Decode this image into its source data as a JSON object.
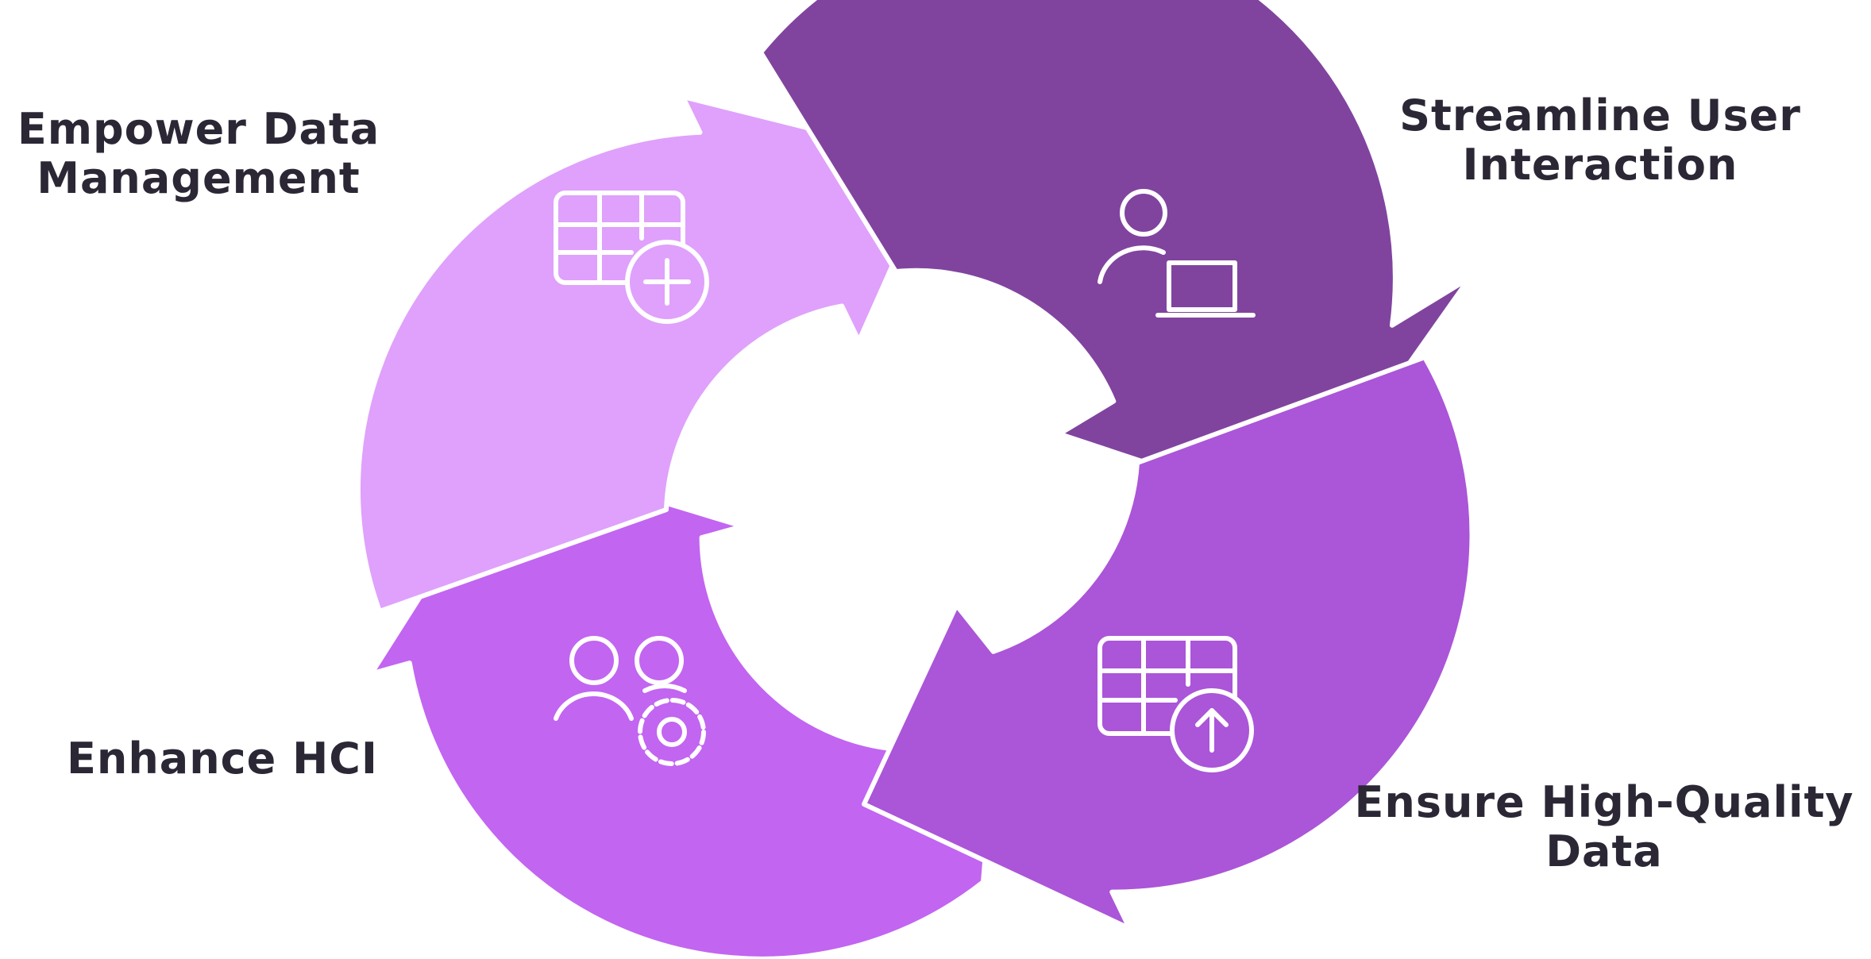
{
  "segments": [
    {
      "id": "empower",
      "label_lines": [
        "Empower Data",
        "Management"
      ],
      "color": "#dfa1fb",
      "icon": "table-add-icon"
    },
    {
      "id": "streamline",
      "label_lines": [
        "Streamline User",
        "Interaction"
      ],
      "color": "#80449f",
      "icon": "user-laptop-icon"
    },
    {
      "id": "ensure",
      "label_lines": [
        "Ensure High-Quality",
        "Data"
      ],
      "color": "#ab55d8",
      "icon": "table-upload-icon"
    },
    {
      "id": "enhance",
      "label_lines": [
        "Enhance HCI"
      ],
      "color": "#c265f1",
      "icon": "users-gear-icon"
    }
  ]
}
